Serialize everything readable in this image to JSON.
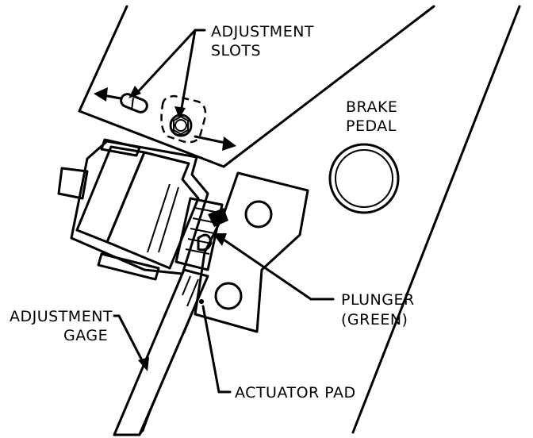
{
  "labels": {
    "adjustment_slots_line1": "ADJUSTMENT",
    "adjustment_slots_line2": "SLOTS",
    "brake_pedal_line1": "BRAKE",
    "brake_pedal_line2": "PEDAL",
    "plunger_line1": "PLUNGER",
    "plunger_line2": "(GREEN)",
    "adjustment_gage_line1": "ADJUSTMENT",
    "adjustment_gage_line2": "GAGE",
    "actuator_pad": "ACTUATOR PAD"
  },
  "colors": {
    "ink": "#000000",
    "background": "#ffffff"
  }
}
